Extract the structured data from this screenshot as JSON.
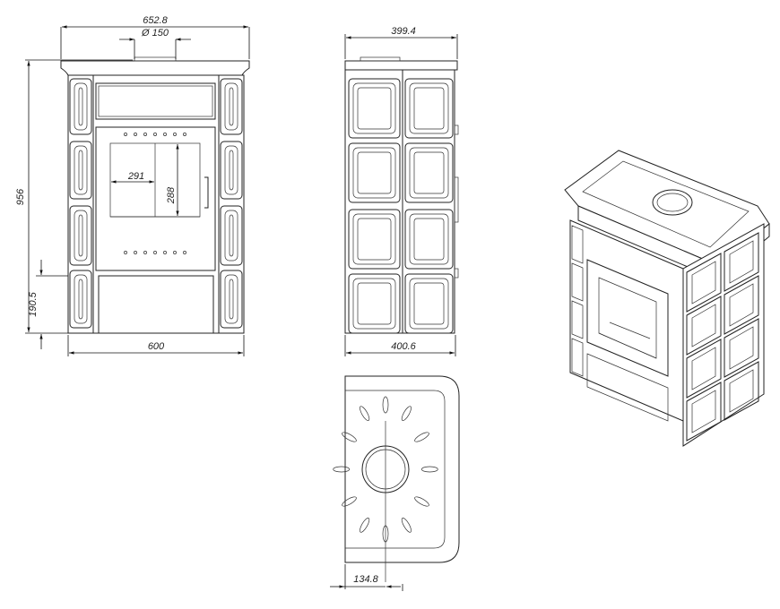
{
  "dimensions": {
    "front_width_top": "652.8",
    "flue_diameter": "Ø 150",
    "height": "956",
    "base_height": "190.5",
    "front_width": "600",
    "door_glass_width": "291",
    "door_glass_height": "288",
    "side_depth_top": "399.4",
    "side_depth": "400.6",
    "flue_offset": "134.8"
  },
  "colors": {
    "line": "#222222",
    "background": "#ffffff"
  }
}
